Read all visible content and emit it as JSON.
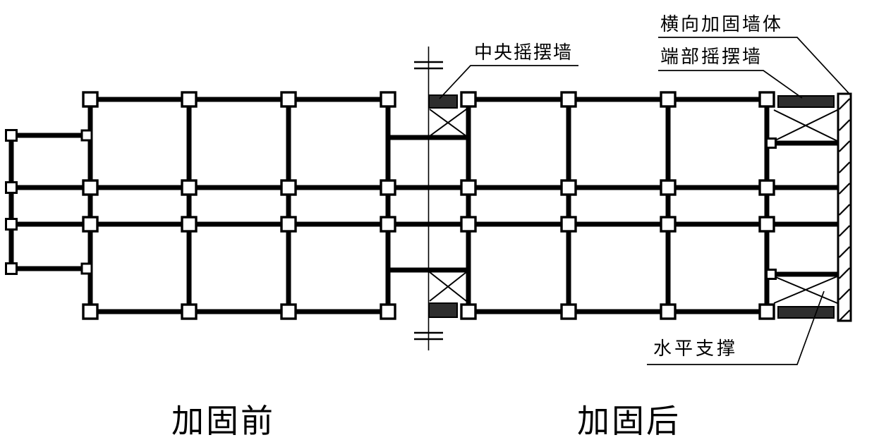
{
  "diagram": {
    "colors": {
      "background": "#ffffff",
      "line": "#000000",
      "rocking_wall_fill": "#2e2e2e"
    },
    "labels": {
      "center_rocking_wall": "中央摇摆墙",
      "transverse_reinforced_wall": "横向加固墙体",
      "end_rocking_wall": "端部摇摆墙",
      "horizontal_brace": "水平支撑"
    },
    "captions": {
      "before": "加固前",
      "after": "加固后"
    }
  }
}
